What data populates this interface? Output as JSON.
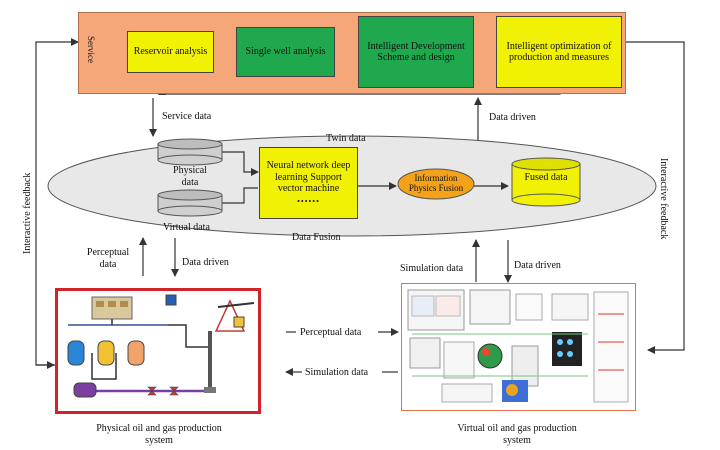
{
  "service": {
    "label": "Service",
    "boxes": [
      "Reservoir analysis",
      "Single well analysis",
      "Intelligent Development Scheme and design",
      "Intelligent optimization of production and measures"
    ]
  },
  "twin": {
    "title": "Twin data",
    "physical_data": "Physical data",
    "virtual_data": "Virtual data",
    "algorithms": "Neural network deep learning Support vector machine",
    "dots": "••••••",
    "info_fusion": "Information Physics Fusion",
    "fused_data": "Fused data",
    "data_fusion": "Data Fusion"
  },
  "flows": {
    "service_data": "Service data",
    "data_driven_top": "Data driven",
    "interactive_feedback_left": "Interactive feedback",
    "interactive_feedback_right": "Interactive feedback",
    "perceptual_data_left": "Perceptual data",
    "data_driven_left": "Data driven",
    "simulation_data_right": "Simulation data",
    "data_driven_right": "Data driven",
    "perceptual_data_mid": "Perceptual data",
    "simulation_data_mid": "Simulation data"
  },
  "systems": {
    "physical": "Physical oil and gas production system",
    "virtual": "Virtual oil and gas production system"
  },
  "colors": {
    "service_bg": "#f6a77a",
    "yellow": "#f1f104",
    "green": "#1fa84e",
    "ellipse": "#e8e8e8",
    "orange_ellipse": "#f3a21a",
    "red_border": "#d3232a",
    "orange_border": "#e8704a"
  }
}
